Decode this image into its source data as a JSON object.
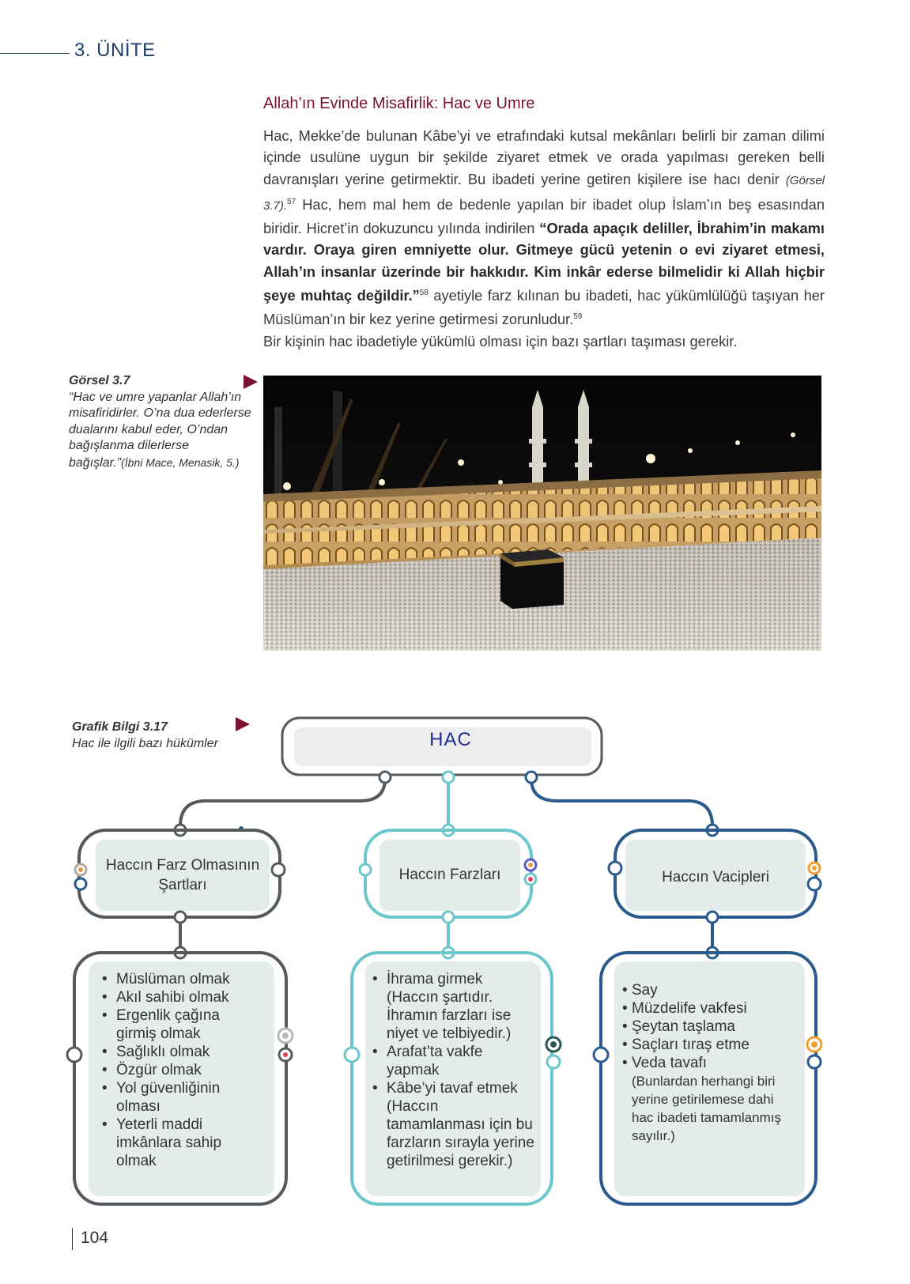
{
  "header": {
    "unit": "3. ÜNİTE"
  },
  "section": {
    "title": "Allah’ın Evinde Misafirlik: Hac ve Umre",
    "p1_a": "Hac, Mekke’de bulunan Kâbe’yi ve etrafındaki kutsal mekânları belirli bir zaman dilimi içinde usulüne uygun bir şekilde ziyaret etmek ve orada yapılması gereken belli davranışları yerine getirmektir. Bu ibadeti yerine getiren kişilere ise hacı denir",
    "p1_ref": "(Görsel 3.7).",
    "fn57": "57",
    "p1_b": " Hac, hem mal hem de bedenle yapılan bir ibadet olup İslam’ın beş esasından biridir. Hicret’in dokuzuncu yılında indirilen ",
    "quote": "“Orada apaçık deliller, İbrahim’in makamı vardır. Oraya giren emniyette olur. Gitmeye gücü yetenin o evi ziyaret etmesi, Allah’ın insanlar üzerinde bir hakkıdır. Kim inkâr ederse bilmelidir ki Allah hiçbir şeye muhtaç değildir.”",
    "fn58": "58",
    "p1_c": " ayetiyle farz kılınan bu ibadeti, hac yükümlülüğü taşıyan her Müslüman’ın bir kez yerine getirmesi zorunludur.",
    "fn59": "59",
    "p2": "Bir kişinin hac ibadetiyle yükümlü olması için bazı şartları taşıması gerekir."
  },
  "figure": {
    "label": "Görsel 3.7",
    "caption": "“Hac ve umre yapanlar Allah’ın misafiridirler. O’na dua ederlerse dualarını kabul eder, O’ndan bağışlanma dilerlerse bağışlar.”",
    "source": "(İbni Mace, Menasik, 5.)"
  },
  "graphic": {
    "label": "Grafik Bilgi 3.17",
    "caption": "Hac ile ilgili bazı hükümler",
    "root": "HAC",
    "nodes": [
      {
        "title_line1": "Haccın Farz Olmasının",
        "title_line2": "Şartları",
        "items": [
          [
            "Müslüman olmak"
          ],
          [
            "Akıl sahibi olmak"
          ],
          [
            "Ergenlik çağına",
            "girmiş olmak"
          ],
          [
            "Sağlıklı olmak"
          ],
          [
            "Özgür olmak"
          ],
          [
            "Yol güvenliğinin",
            "olması"
          ],
          [
            "Yeterli maddi",
            "imkânlara sahip",
            "olmak"
          ]
        ]
      },
      {
        "title_line1": "Haccın Farzları",
        "items": [
          [
            "İhrama girmek"
          ],
          [
            "(Haccın şartıdır.",
            "İhramın farzları ise",
            "niyet ve telbiyedir.)"
          ],
          [
            "Arafat’ta vakfe",
            "yapmak"
          ],
          [
            "Kâbe’yi tavaf etmek"
          ],
          [
            "(Haccın",
            "tamamlanması için bu",
            "farzların sırayla yerine",
            "getirilmesi gerekir.)"
          ]
        ]
      },
      {
        "title_line1": "Haccın Vacipleri",
        "items": [
          "Say",
          "Müzdelife vakfesi",
          "Şeytan taşlama",
          "Saçları tıraş etme",
          "Veda tavafı"
        ],
        "note": [
          "(Bunlardan herhangi biri",
          "yerine getirilemese dahi",
          "hac ibadeti tamamlanmış",
          "sayılır.)"
        ]
      }
    ]
  },
  "page_number": "104",
  "colors": {
    "accent": "#7a1230",
    "unit": "#1f3d6b",
    "col1": "#555a5e",
    "col2": "#6cc7cd",
    "col3": "#2b5a8c",
    "panel": "#e4ebeb"
  },
  "icons": {
    "pointer": "triangle-right-icon"
  }
}
